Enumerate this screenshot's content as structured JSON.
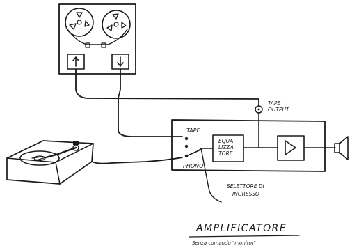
{
  "labels": {
    "tape_output": "TAPE\nOUTPUT",
    "tape": "TAPE",
    "phono": "PHONO",
    "equalizer": "EQUA\nLIZZA\nTORE",
    "selector": "SELETTORE DI\nINGRESSO",
    "title": "AMPLIFICATORE",
    "subtitle": "Senza comando \"monitor\""
  },
  "icons": {
    "tape_recorder": "reel-to-reel-icon",
    "turntable": "turntable-icon",
    "amplifier": "triangle-amp-icon",
    "speaker": "speaker-icon",
    "record_arrow": "arrow-up-icon",
    "play_arrow": "arrow-down-icon",
    "jack": "output-jack-icon"
  }
}
